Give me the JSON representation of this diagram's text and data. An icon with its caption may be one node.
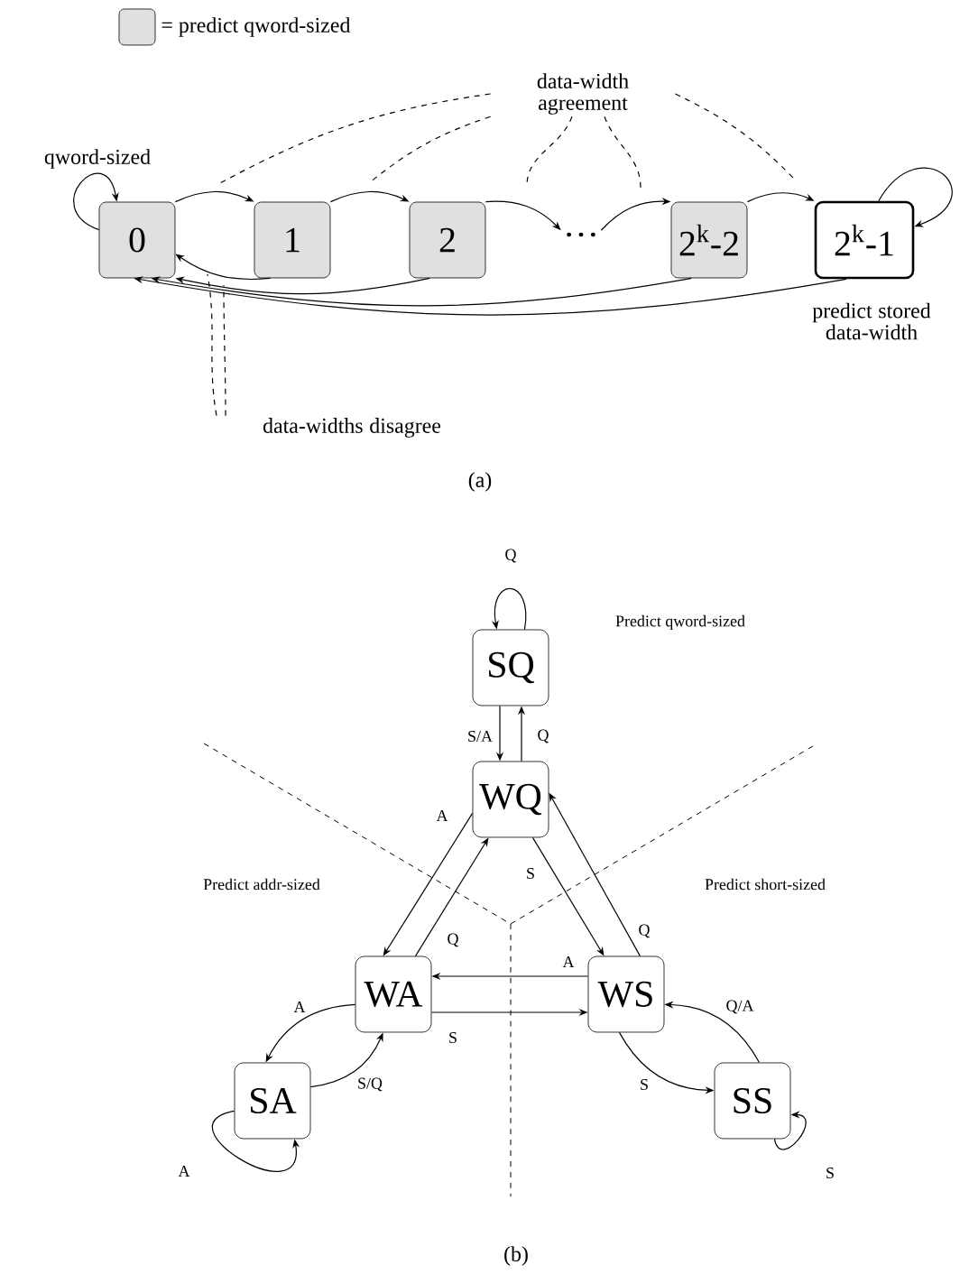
{
  "diagram": {
    "nodes": [
      {
        "text": [
          "0"
        ]
      },
      {
        "text": [
          "1"
        ]
      },
      {
        "text": [
          "2"
        ]
      },
      {
        "text": [
          "…"
        ]
      },
      {
        "text": [
          "2$^{k}$-2"
        ]
      },
      {
        "text": [
          "2$^{k}$-1"
        ],
        "beside": [
          "predict stored data-width"
        ]
      },
      {
        "text": [
          "data-width agreement"
        ]
      },
      {
        "text": [
          "data-widths disagree"
        ]
      },
      {
        "text": [
          "SQ"
        ]
      },
      {
        "text": [
          "WQ"
        ]
      },
      {
        "text": [
          "WA"
        ]
      },
      {
        "text": [
          "WS"
        ]
      },
      {
        "text": [
          "SA"
        ]
      },
      {
        "text": [
          "SS"
        ]
      }
    ],
    "edges": [
      {
        "from": 0,
        "to": 0,
        "arrow": "to",
        "label": "qword-sized"
      },
      {
        "from": 0,
        "to": 1,
        "arrow": "to"
      },
      {
        "from": 1,
        "to": 2,
        "arrow": "to"
      },
      {
        "from": 2,
        "to": 3,
        "arrow": "to"
      },
      {
        "from": 3,
        "to": 4,
        "arrow": "to"
      },
      {
        "from": 4,
        "to": 5,
        "arrow": "to"
      },
      {
        "from": 5,
        "to": 5,
        "arrow": "to"
      },
      {
        "from": 1,
        "to": 0,
        "arrow": "to"
      },
      {
        "from": 2,
        "to": 0,
        "arrow": "to"
      },
      {
        "from": 4,
        "to": 0,
        "arrow": "to"
      },
      {
        "from": 5,
        "to": 0,
        "arrow": "to"
      },
      {
        "from": 6,
        "to": null,
        "arrow": "none",
        "style": "dashed"
      },
      {
        "from": 6,
        "to": null,
        "arrow": "none",
        "style": "dashed"
      },
      {
        "from": 6,
        "to": null,
        "arrow": "none",
        "style": "dashed"
      },
      {
        "from": 6,
        "to": null,
        "arrow": "none",
        "style": "dashed"
      },
      {
        "from": 6,
        "to": null,
        "arrow": "none",
        "style": "dashed"
      },
      {
        "from": 7,
        "to": null,
        "arrow": "none",
        "style": "dashed"
      },
      {
        "from": 7,
        "to": null,
        "arrow": "none",
        "style": "dashed"
      },
      {
        "from": 8,
        "to": 8,
        "arrow": "to",
        "label": "Q"
      },
      {
        "from": 8,
        "to": 9,
        "arrow": "to",
        "label": "S/A"
      },
      {
        "from": 9,
        "to": 8,
        "arrow": "to",
        "label": "Q"
      },
      {
        "from": 9,
        "to": 10,
        "arrow": "to",
        "label": "A"
      },
      {
        "from": 10,
        "to": 9,
        "arrow": "to",
        "label": "Q"
      },
      {
        "from": 9,
        "to": 11,
        "arrow": "to",
        "label": "S"
      },
      {
        "from": 11,
        "to": 9,
        "arrow": "to",
        "label": "Q"
      },
      {
        "from": 11,
        "to": 10,
        "arrow": "to",
        "label": "A"
      },
      {
        "from": 10,
        "to": 11,
        "arrow": "to",
        "label": "S"
      },
      {
        "from": 10,
        "to": 12,
        "arrow": "to",
        "label": "A"
      },
      {
        "from": 12,
        "to": 10,
        "arrow": "to",
        "label": "S/Q"
      },
      {
        "from": 12,
        "to": 12,
        "arrow": "to",
        "label": "A"
      },
      {
        "from": 11,
        "to": 13,
        "arrow": "to",
        "label": "S"
      },
      {
        "from": 13,
        "to": 11,
        "arrow": "to",
        "label": "Q/A"
      },
      {
        "from": 13,
        "to": 13,
        "arrow": "to",
        "label": "S"
      }
    ],
    "labels": [
      "(a)",
      "Predict qword-sized",
      "Predict addr-sized",
      "Predict short-sized",
      "(b)"
    ],
    "legend": [
      {
        "text": "= predict qword-sized",
        "color": "#e0e0e0"
      }
    ]
  }
}
